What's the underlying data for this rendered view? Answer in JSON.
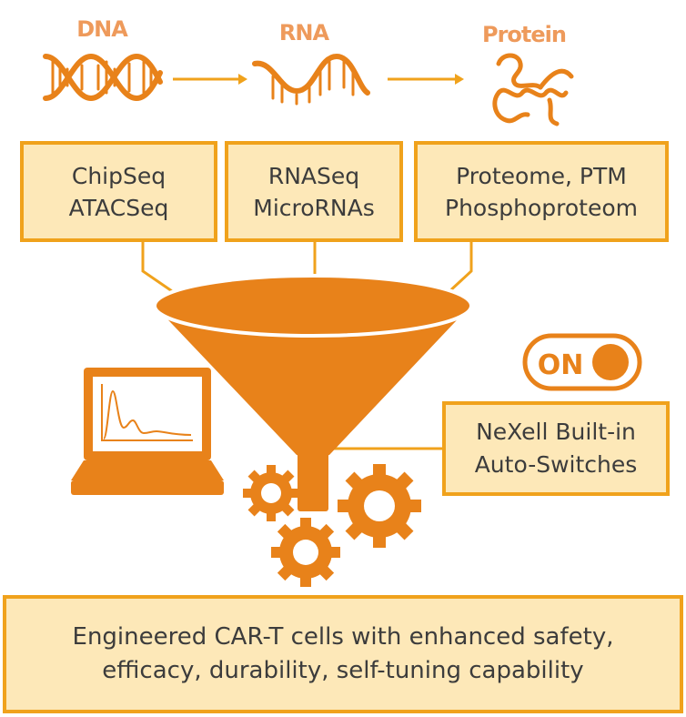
{
  "flow": {
    "dna_label": "DNA",
    "rna_label": "RNA",
    "protein_label": "Protein"
  },
  "omics": [
    {
      "line1": "ChipSeq",
      "line2": "ATACSeq"
    },
    {
      "line1": "RNASeq",
      "line2": "MicroRNAs"
    },
    {
      "line1": "Proteome, PTM",
      "line2": "Phosphoproteom"
    }
  ],
  "switch": {
    "state_label": "ON",
    "line1": "NeXell Built-in",
    "line2": "Auto-Switches"
  },
  "result": {
    "line1": "Engineered CAR-T cells with enhanced safety,",
    "line2": "efficacy, durability, self-tuning capability"
  },
  "colors": {
    "orange": "#e8821a",
    "box_fill": "#fde8b8",
    "box_border": "#f0a21c",
    "label": "#ee9a5b",
    "text": "#3c3c3c"
  },
  "icons": [
    "dna-helix-icon",
    "rna-strand-icon",
    "protein-fold-icon",
    "arrow-right-icon",
    "funnel-icon",
    "laptop-chart-icon",
    "gear-icon",
    "on-switch-icon"
  ]
}
